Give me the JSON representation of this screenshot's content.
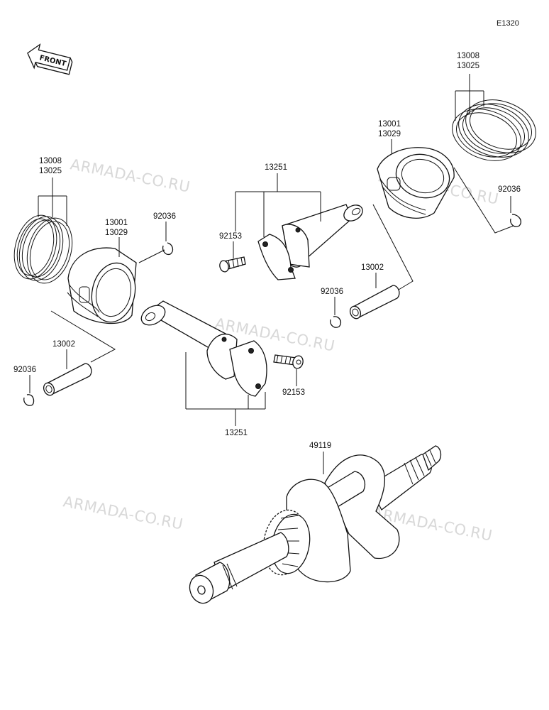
{
  "diagram_code": "E1320",
  "front_label": "FRONT",
  "watermark": "ARMADA-CO.RU",
  "parts": {
    "ring_set_left": {
      "line1": "13008",
      "line2": "13025"
    },
    "piston_left": {
      "line1": "13001",
      "line2": "13029"
    },
    "circlip_left_top": "92036",
    "pin_left": "13002",
    "circlip_left_bottom": "92036",
    "conrod_top": "13251",
    "bolt_top": "92153",
    "piston_right": {
      "line1": "13001",
      "line2": "13029"
    },
    "ring_set_right": {
      "line1": "13008",
      "line2": "13025"
    },
    "circlip_right_top": "92036",
    "pin_right": "13002",
    "circlip_right_bottom": "92036",
    "bolt_bottom": "92153",
    "conrod_bottom": "13251",
    "crankshaft": "49119"
  }
}
